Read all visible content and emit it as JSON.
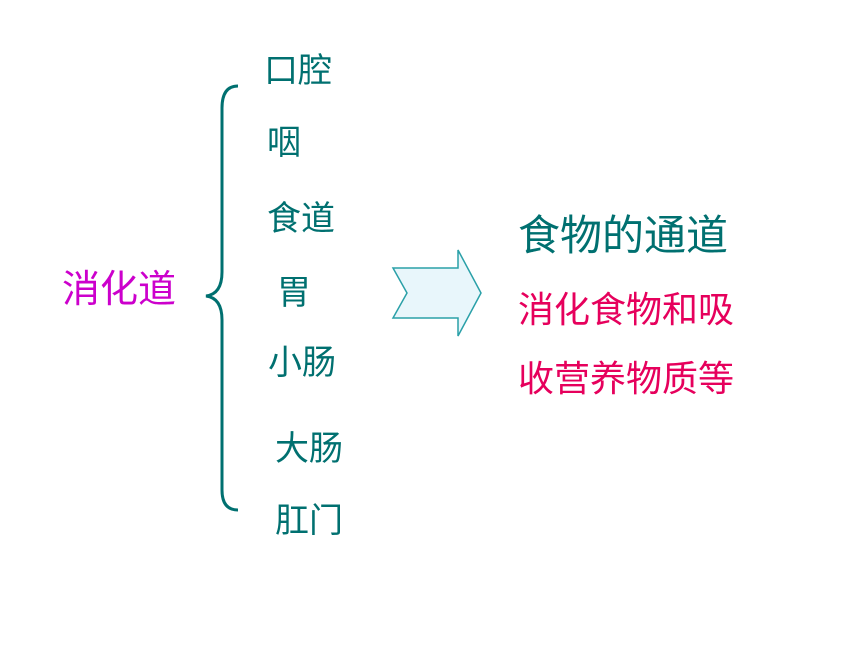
{
  "main_label": "消化道",
  "organs": [
    "口腔",
    "咽",
    "食道",
    "胃",
    "小肠",
    "大肠",
    "肛门"
  ],
  "function": {
    "title": "食物的通道",
    "line1": "消化食物和吸",
    "line2": "收营养物质等"
  },
  "colors": {
    "teal": "#007070",
    "magenta": "#cc00cc",
    "pink": "#e6005c",
    "arrow_fill": "#e8f6fb",
    "arrow_stroke": "#2aa0a8"
  }
}
